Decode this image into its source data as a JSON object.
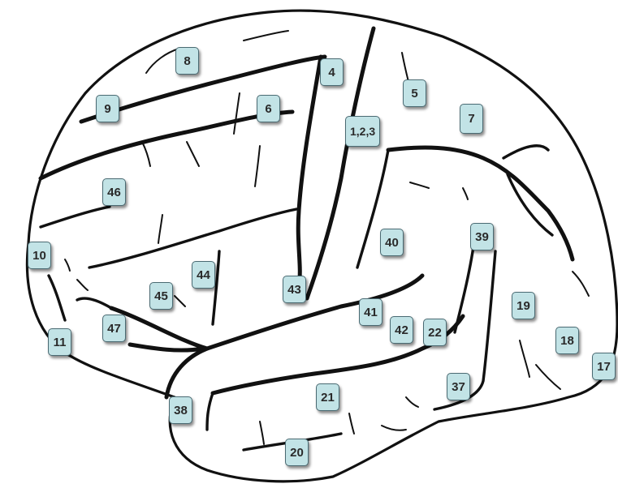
{
  "diagram": {
    "areas": [
      "8",
      "4",
      "5",
      "6",
      "9",
      "1,2,3",
      "7",
      "46",
      "40",
      "39",
      "10",
      "44",
      "45",
      "43",
      "47",
      "41",
      "42",
      "22",
      "19",
      "11",
      "18",
      "17",
      "38",
      "21",
      "37",
      "20"
    ]
  },
  "colors": {
    "label_fill": "#c2e3e6",
    "label_border": "#4a6a72",
    "outline": "#111111"
  }
}
